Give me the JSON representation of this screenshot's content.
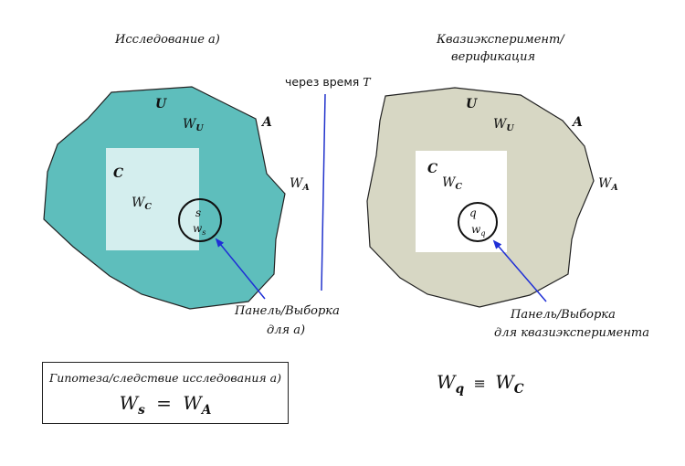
{
  "left_panel": {
    "title": "Исследование а)",
    "set_u": "U",
    "set_a": "A",
    "set_c": "C",
    "w_u": {
      "base": "W",
      "sub": "U"
    },
    "w_a": {
      "base": "W",
      "sub": "A"
    },
    "w_c": {
      "base": "W",
      "sub": "C"
    },
    "sample_symbol": "s",
    "w_s": {
      "base": "w",
      "sub": "s"
    },
    "pointer_label_line1": "Панель/Выборка",
    "pointer_label_line2": "для а)",
    "fill_color": "#5ebebc",
    "inner_color": "#d4eeee"
  },
  "right_panel": {
    "title_line1": "Квазиэксперимент/",
    "title_line2": "верификация",
    "set_u": "U",
    "set_a": "A",
    "set_c": "C",
    "w_u": {
      "base": "W",
      "sub": "U"
    },
    "w_a": {
      "base": "W",
      "sub": "A"
    },
    "w_c": {
      "base": "W",
      "sub": "C"
    },
    "sample_symbol": "q",
    "w_q": {
      "base": "w",
      "sub": "q"
    },
    "pointer_label_line1": "Панель/Выборка",
    "pointer_label_line2": "для квазиэксперимента",
    "fill_color": "#d7d7c4",
    "inner_color": "#ffffff"
  },
  "time_label": {
    "text": "через время",
    "var": "T"
  },
  "hypothesis": {
    "title": "Гипотеза/следствие исследования а)",
    "lhs": {
      "base": "W",
      "sub": "s"
    },
    "op": "=",
    "rhs": {
      "base": "W",
      "sub": "A"
    }
  },
  "equivalence": {
    "lhs": {
      "base": "W",
      "sub": "q"
    },
    "op": "≡",
    "rhs": {
      "base": "W",
      "sub": "C"
    }
  },
  "colors": {
    "arrow": "#1f2fd6",
    "divider": "#2233cc",
    "outline": "#222222"
  }
}
